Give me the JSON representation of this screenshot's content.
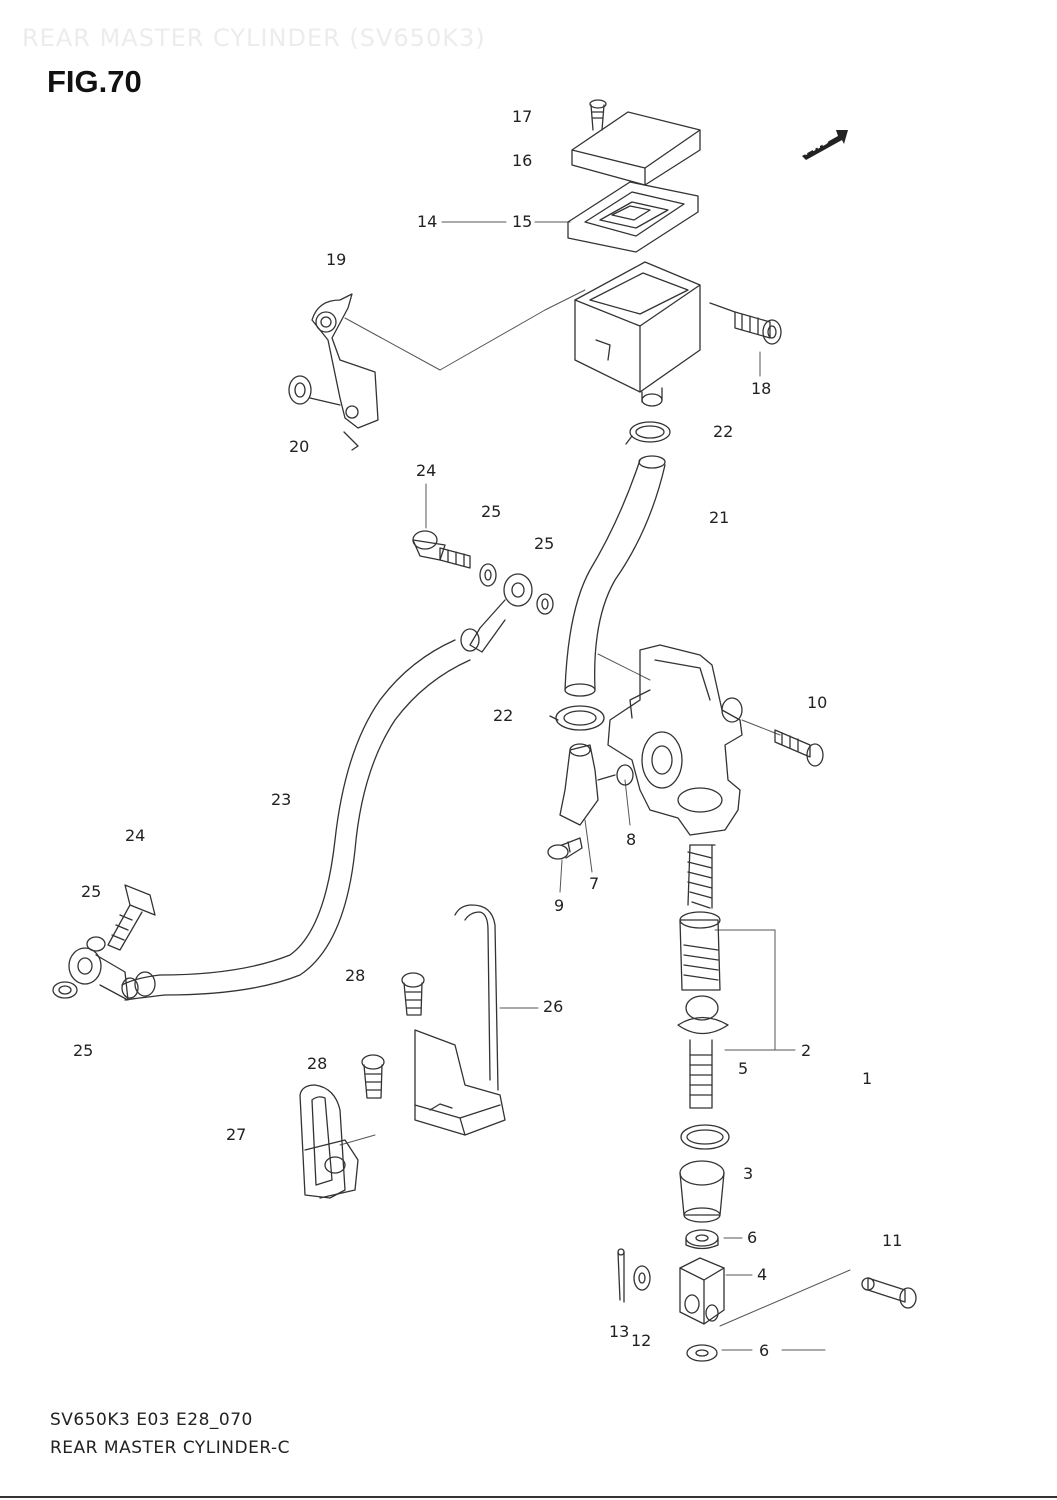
{
  "header": {
    "faded_title": "REAR MASTER CYLINDER (SV650K3)",
    "figure_title": "FIG.70"
  },
  "badge": {
    "label": "FWD"
  },
  "callouts": [
    {
      "id": "c17",
      "text": "17"
    },
    {
      "id": "c16",
      "text": "16"
    },
    {
      "id": "c14",
      "text": "14"
    },
    {
      "id": "c15",
      "text": "15"
    },
    {
      "id": "c19",
      "text": "19"
    },
    {
      "id": "c18",
      "text": "18"
    },
    {
      "id": "c20",
      "text": "20"
    },
    {
      "id": "c22a",
      "text": "22"
    },
    {
      "id": "c24a",
      "text": "24"
    },
    {
      "id": "c25a",
      "text": "25"
    },
    {
      "id": "c25b",
      "text": "25"
    },
    {
      "id": "c21",
      "text": "21"
    },
    {
      "id": "c10",
      "text": "10"
    },
    {
      "id": "c22b",
      "text": "22"
    },
    {
      "id": "c23",
      "text": "23"
    },
    {
      "id": "c8",
      "text": "8"
    },
    {
      "id": "c24b",
      "text": "24"
    },
    {
      "id": "c9",
      "text": "9"
    },
    {
      "id": "c7",
      "text": "7"
    },
    {
      "id": "c25c",
      "text": "25"
    },
    {
      "id": "c28a",
      "text": "28"
    },
    {
      "id": "c26",
      "text": "26"
    },
    {
      "id": "c25d",
      "text": "25"
    },
    {
      "id": "c2",
      "text": "2"
    },
    {
      "id": "c5",
      "text": "5"
    },
    {
      "id": "c1",
      "text": "1"
    },
    {
      "id": "c28b",
      "text": "28"
    },
    {
      "id": "c27",
      "text": "27"
    },
    {
      "id": "c3",
      "text": "3"
    },
    {
      "id": "c6a",
      "text": "6"
    },
    {
      "id": "c11",
      "text": "11"
    },
    {
      "id": "c4",
      "text": "4"
    },
    {
      "id": "c13",
      "text": "13"
    },
    {
      "id": "c12",
      "text": "12"
    },
    {
      "id": "c6b",
      "text": "6"
    }
  ],
  "footer": {
    "line1": "SV650K3 E03 E28_070",
    "line2": "REAR MASTER CYLINDER-C"
  }
}
